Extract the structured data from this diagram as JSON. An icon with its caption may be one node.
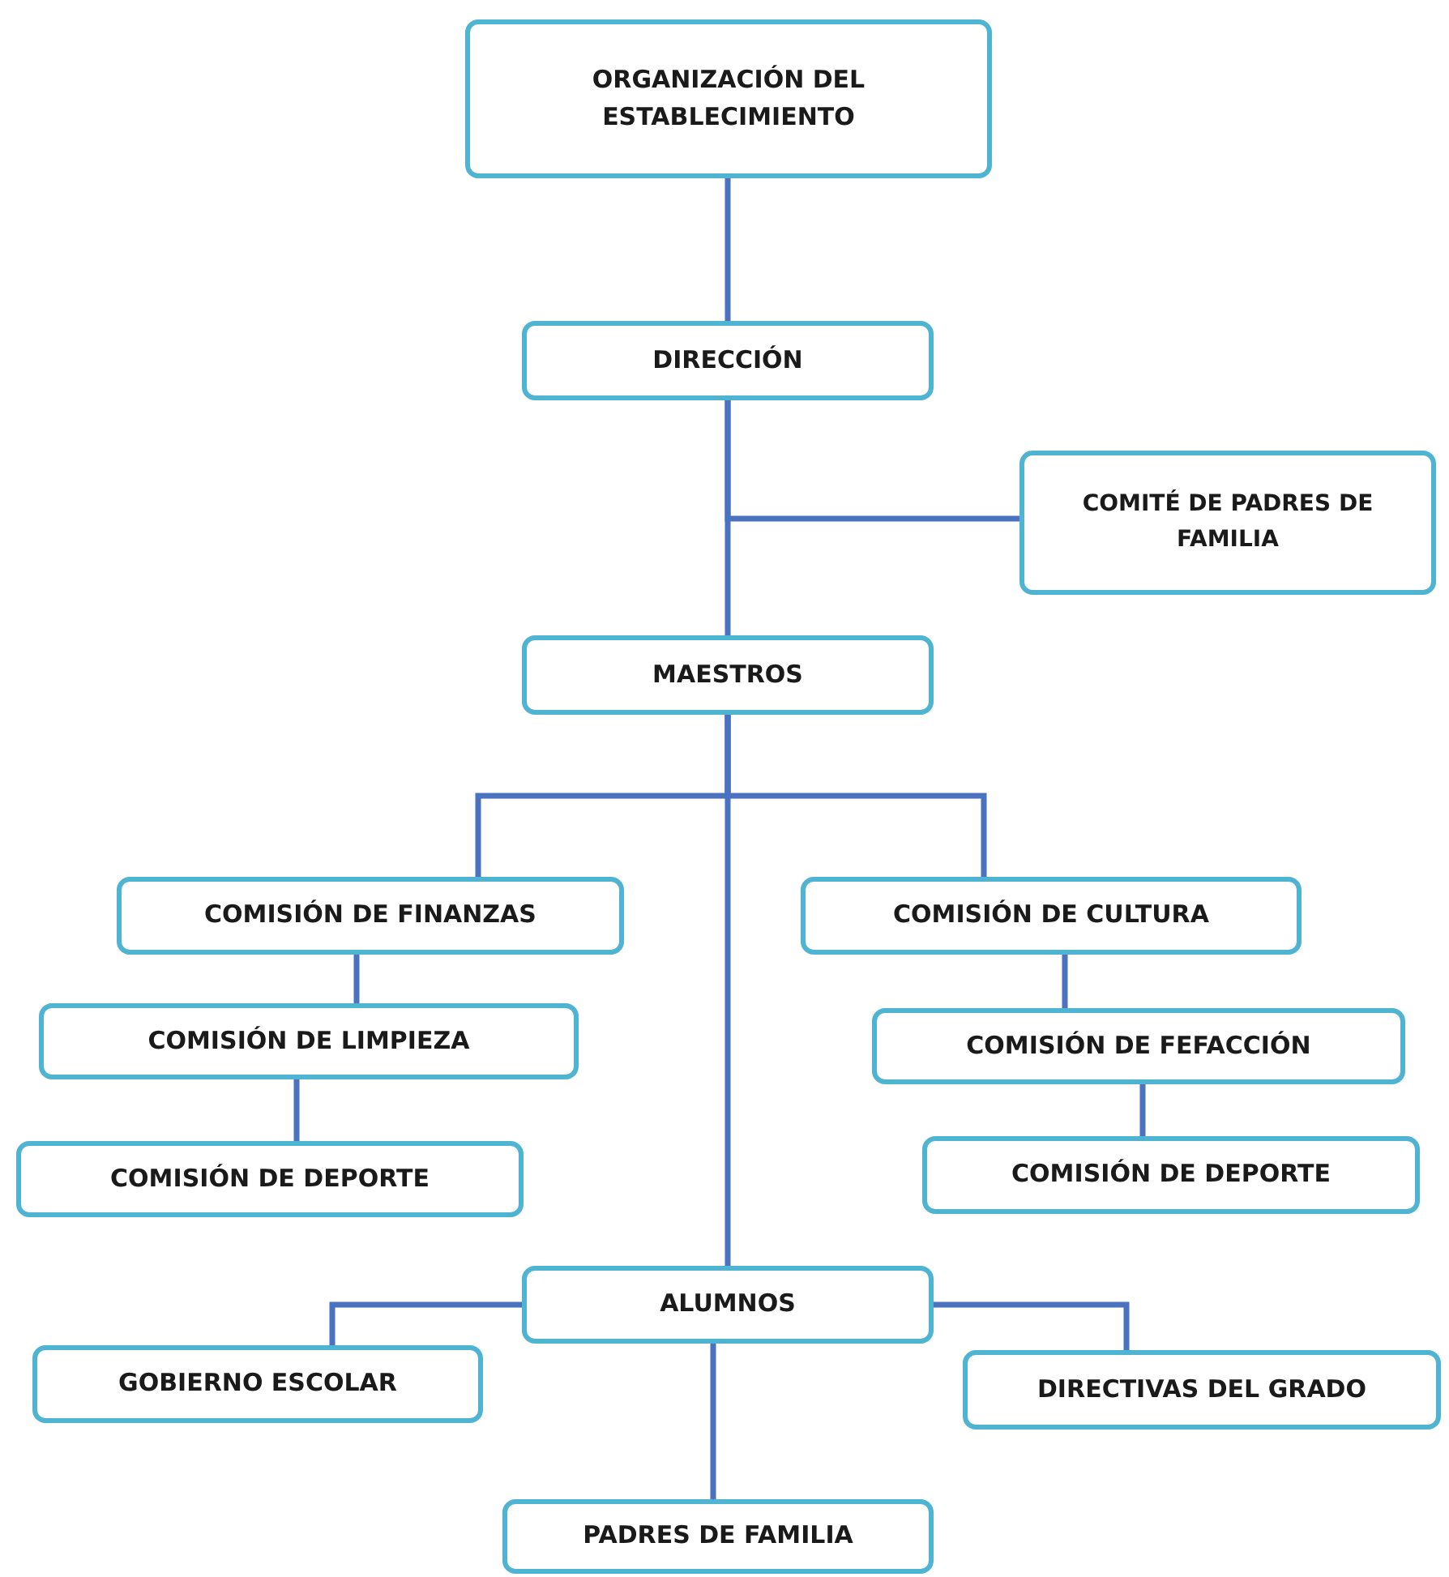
{
  "diagram": {
    "nodes": [
      {
        "text": [
          "ORGANIZACIÓN DEL ESTABLECIMIENTO"
        ]
      },
      {
        "text": [
          "DIRECCIÓN"
        ]
      },
      {
        "text": [
          "COMITÉ DE PADRES DE FAMILIA"
        ]
      },
      {
        "text": [
          "MAESTROS"
        ]
      },
      {
        "text": [
          "COMISIÓN DE FINANZAS"
        ]
      },
      {
        "text": [
          "COMISIÓN DE CULTURA"
        ]
      },
      {
        "text": [
          "COMISIÓN DE LIMPIEZA"
        ]
      },
      {
        "text": [
          "COMISIÓN DE FEFACCIÓN"
        ]
      },
      {
        "text": [
          "COMISIÓN DE DEPORTE"
        ]
      },
      {
        "text": [
          "COMISIÓN DE DEPORTE"
        ]
      },
      {
        "text": [
          "ALUMNOS"
        ]
      },
      {
        "text": [
          "GOBIERNO ESCOLAR"
        ]
      },
      {
        "text": [
          "DIRECTIVAS DEL GRADO"
        ]
      },
      {
        "text": [
          "PADRES DE FAMILIA"
        ]
      }
    ],
    "edges": [
      {
        "from": 0,
        "to": 1,
        "arrow": "none"
      },
      {
        "from": 1,
        "to": 3,
        "arrow": "none"
      },
      {
        "from": 1,
        "to": 2,
        "arrow": "none"
      },
      {
        "from": 3,
        "to": 4,
        "arrow": "none"
      },
      {
        "from": 3,
        "to": 5,
        "arrow": "none"
      },
      {
        "from": 4,
        "to": 6,
        "arrow": "none"
      },
      {
        "from": 6,
        "to": 8,
        "arrow": "none"
      },
      {
        "from": 5,
        "to": 7,
        "arrow": "none"
      },
      {
        "from": 7,
        "to": 9,
        "arrow": "none"
      },
      {
        "from": 3,
        "to": 10,
        "arrow": "none"
      },
      {
        "from": 10,
        "to": 11,
        "arrow": "none"
      },
      {
        "from": 10,
        "to": 12,
        "arrow": "none"
      },
      {
        "from": 10,
        "to": 13,
        "arrow": "none"
      }
    ]
  }
}
